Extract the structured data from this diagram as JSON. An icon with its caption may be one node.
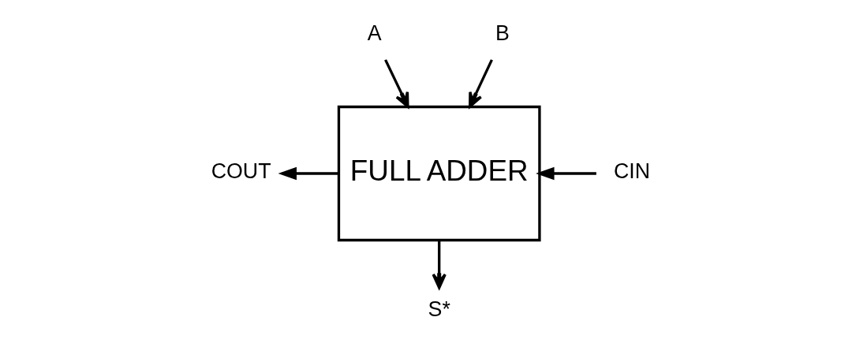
{
  "diagram": {
    "nodes": [
      {
        "text": [
          "A"
        ]
      },
      {
        "text": [
          "B"
        ]
      },
      {
        "text": [
          "FULL ADDER"
        ]
      },
      {
        "text": [
          "CIN"
        ]
      },
      {
        "text": [
          "COUT"
        ]
      },
      {
        "text": [
          "S*"
        ]
      }
    ],
    "edges": [
      {
        "from": 0,
        "to": 2,
        "arrow": "to"
      },
      {
        "from": 1,
        "to": 2,
        "arrow": "to"
      },
      {
        "from": 3,
        "to": 2,
        "arrow": "to"
      },
      {
        "from": 2,
        "to": 4,
        "arrow": "to"
      },
      {
        "from": 2,
        "to": 5,
        "arrow": "to"
      }
    ]
  }
}
